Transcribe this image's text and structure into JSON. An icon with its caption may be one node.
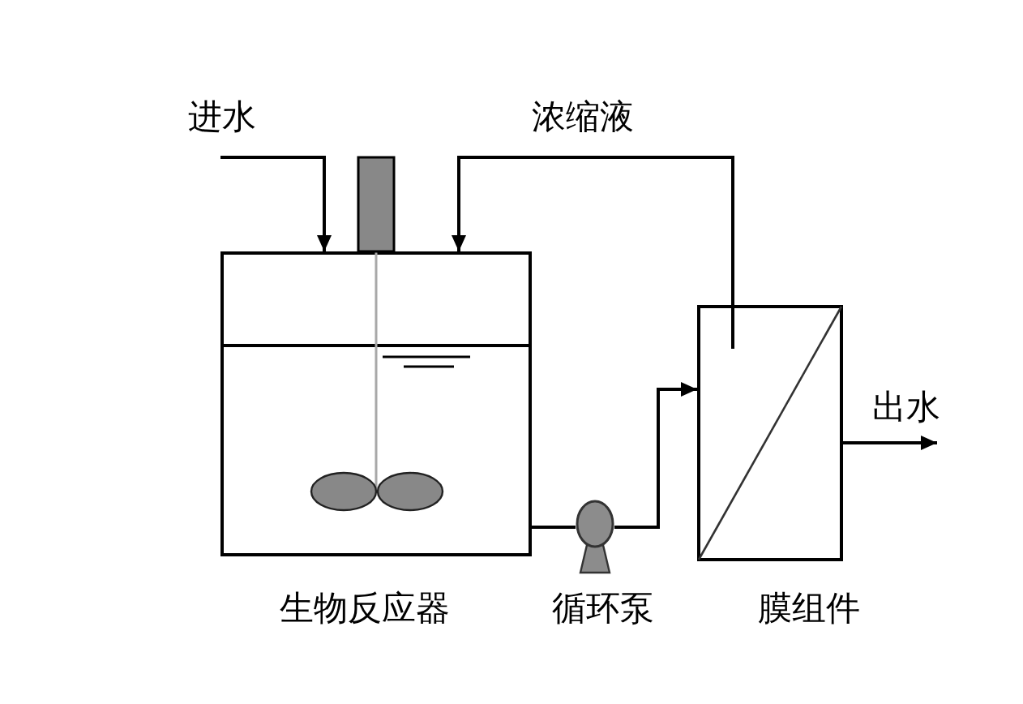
{
  "diagram": {
    "nodes": [
      {
        "text": [
          "进水"
        ]
      },
      {
        "text": [
          "生物反应器"
        ]
      },
      {
        "text": [
          "循环泵"
        ]
      },
      {
        "text": [
          "膜组件"
        ]
      },
      {
        "text": [
          "出水"
        ]
      }
    ],
    "edges": [
      {
        "from": 0,
        "to": 1,
        "arrow": "to"
      },
      {
        "from": 3,
        "to": 1,
        "arrow": "to",
        "label": "浓缩液"
      },
      {
        "from": 1,
        "to": 2,
        "arrow": "none"
      },
      {
        "from": 2,
        "to": 3,
        "arrow": "to"
      },
      {
        "from": 3,
        "to": 4,
        "arrow": "to"
      }
    ]
  }
}
